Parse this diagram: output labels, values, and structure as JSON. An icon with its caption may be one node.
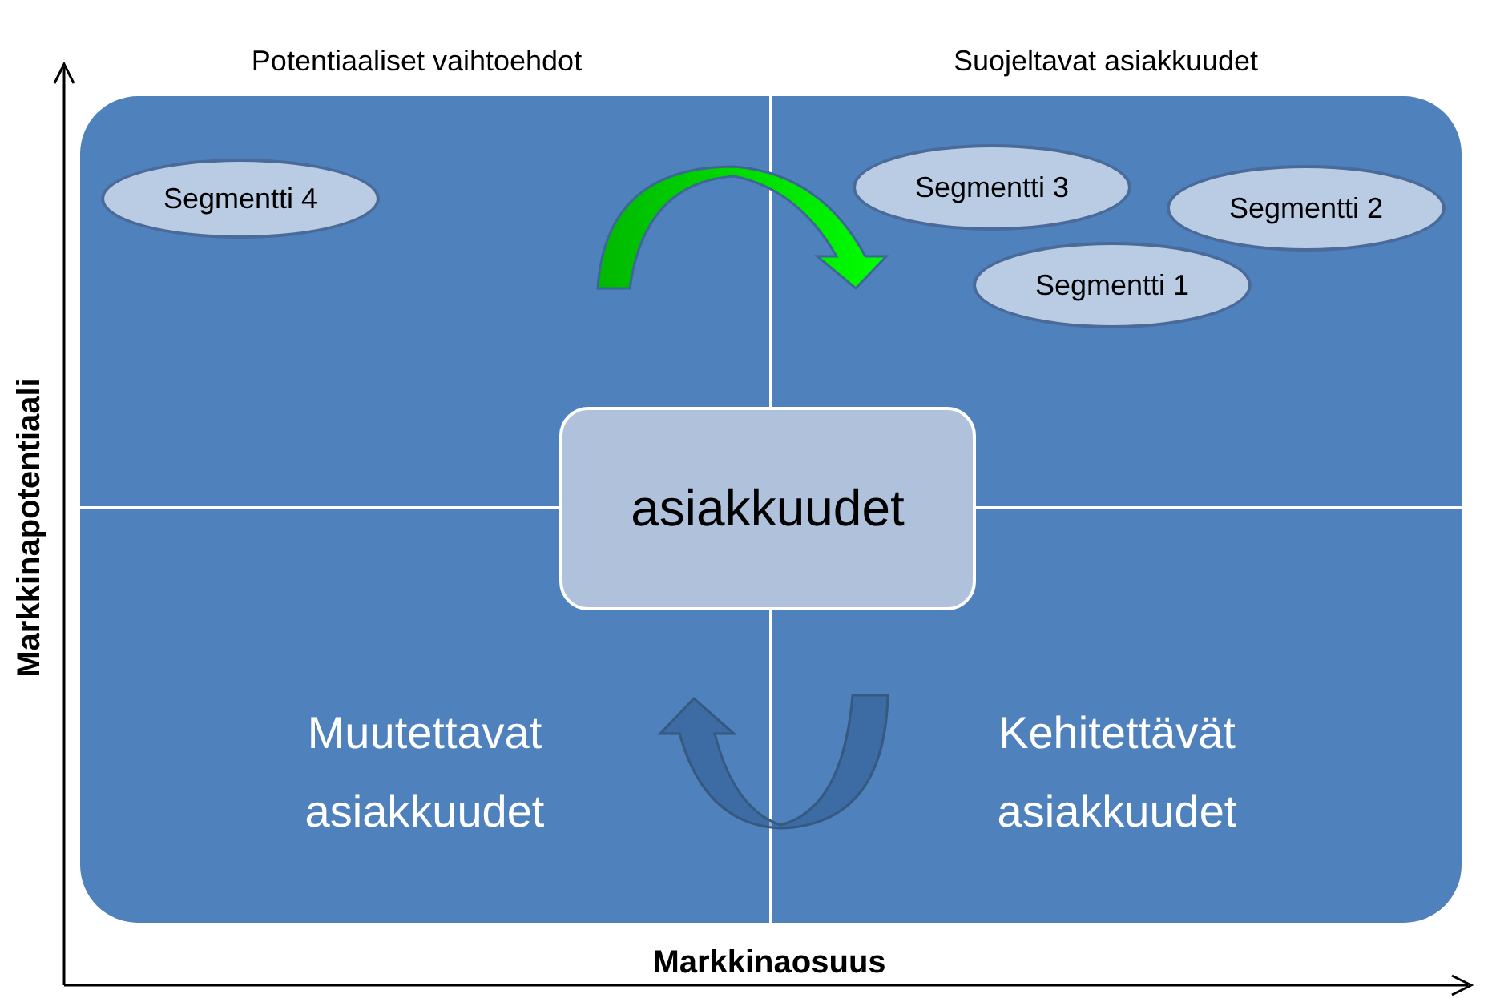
{
  "diagram": {
    "nodes": [
      {
        "text": [
          "Segmentti 4"
        ]
      },
      {
        "text": [
          "Segmentti 3"
        ]
      },
      {
        "text": [
          "Segmentti 2"
        ]
      },
      {
        "text": [
          "Segmentti 1"
        ]
      },
      {
        "text": [
          "asiakkuudet"
        ]
      }
    ],
    "labels": [
      "Potentiaaliset vaihtoehdot",
      "Suojeltavat asiakkuudet",
      "Muutettavat asiakkuudet",
      "Kehitettävät asiakkuudet",
      "Markkinapotentiaali",
      "Markkinaosuus"
    ]
  }
}
